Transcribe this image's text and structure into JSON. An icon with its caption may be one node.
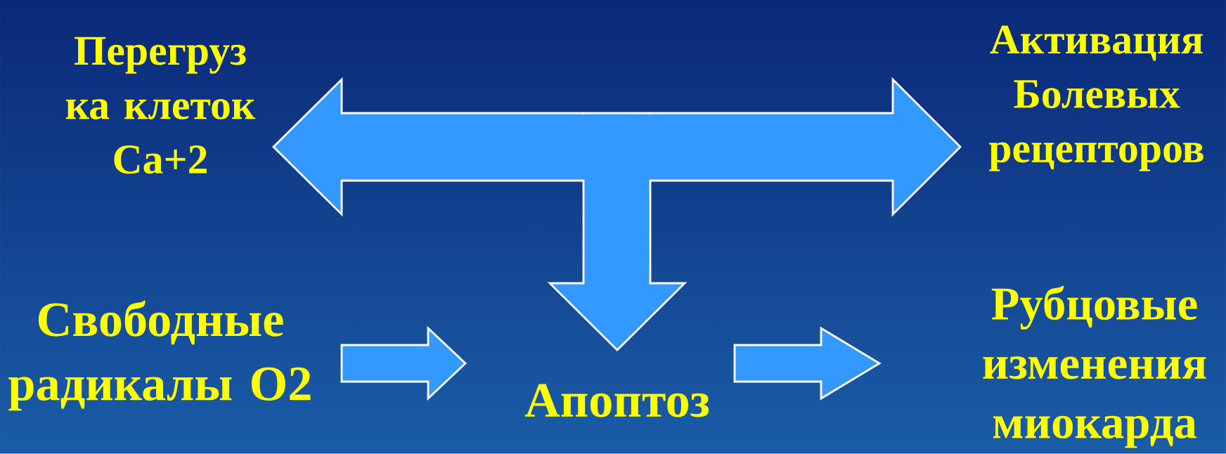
{
  "diagram": {
    "nodes": [
      {
        "text": [
          "Перегруз ка клеток Ca+2"
        ]
      },
      {
        "text": [
          "Активация Болевых рецепторов"
        ]
      },
      {
        "text": [
          "Свободные радикалы О2"
        ]
      },
      {
        "text": [
          "Апоптоз"
        ]
      },
      {
        "text": [
          "Рубцовые изменения миокарда"
        ]
      }
    ],
    "edges": [
      {
        "from": null,
        "to": 0,
        "arrow": "to"
      },
      {
        "from": null,
        "to": 1,
        "arrow": "to"
      },
      {
        "from": null,
        "to": 3,
        "arrow": "to"
      },
      {
        "from": 2,
        "to": 3,
        "arrow": "to"
      },
      {
        "from": 3,
        "to": 4,
        "arrow": "to"
      }
    ]
  }
}
